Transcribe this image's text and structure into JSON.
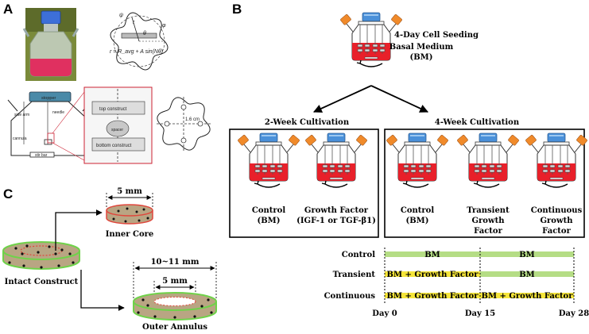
{
  "panels": {
    "a": "A",
    "b": "B",
    "c": "C"
  },
  "panel_a": {
    "equation": "r = R_avg + A sin(Nθ)",
    "sym_r": "r",
    "sym_theta": "θ",
    "sym_phi": "φ",
    "sym_psi": "ψ",
    "schematic": {
      "stopper": "stopper",
      "side_arm": "side arm",
      "needle": "needle",
      "cannula": "cannula",
      "stir_bar": "stir bar"
    },
    "construct": {
      "top": "top construct",
      "spacer": "spacer",
      "bottom": "bottom construct"
    },
    "spacing": "1.6 cm"
  },
  "panel_b": {
    "seeding_title": "4-Day Cell Seeding",
    "seeding_medium_1": "Basal Medium",
    "seeding_medium_2": "(BM)",
    "two_week_title": "2-Week Cultivation",
    "four_week_title": "4-Week Cultivation",
    "two_week_groups": [
      {
        "line1": "Control",
        "line2": "(BM)",
        "line3": ""
      },
      {
        "line1": "Growth Factor",
        "line2": "(IGF-1 or TGF-β1)",
        "line3": ""
      }
    ],
    "four_week_groups": [
      {
        "line1": "Control",
        "line2": "(BM)",
        "line3": ""
      },
      {
        "line1": "Transient",
        "line2": "Growth",
        "line3": "Factor"
      },
      {
        "line1": "Continuous",
        "line2": "Growth",
        "line3": "Factor"
      }
    ],
    "timeline": {
      "rows": [
        {
          "label": "Control",
          "seg1": "BM",
          "seg2": "BM"
        },
        {
          "label": "Transient",
          "seg1": "BM + Growth Factor",
          "seg2": "BM"
        },
        {
          "label": "Continuous",
          "seg1": "BM + Growth Factor",
          "seg2": "BM + Growth Factor"
        }
      ],
      "days": [
        "Day 0",
        "Day 15",
        "Day 28"
      ]
    },
    "colors": {
      "bm": "#b5dd85",
      "growth_factor": "#f5e53a",
      "medium": "#e8202a",
      "cap": "#4a90d9",
      "port": "#f08a2a"
    }
  },
  "panel_c": {
    "inner_dim": "5 mm",
    "inner_label": "Inner Core",
    "intact_label": "Intact Construct",
    "outer_dim": "10~11 mm",
    "outer_inner_dim": "5 mm",
    "outer_label": "Outer Annulus",
    "colors": {
      "tissue": "#b9a583",
      "inner_rim": "#e0463c",
      "outer_rim": "#6fd24a"
    }
  }
}
